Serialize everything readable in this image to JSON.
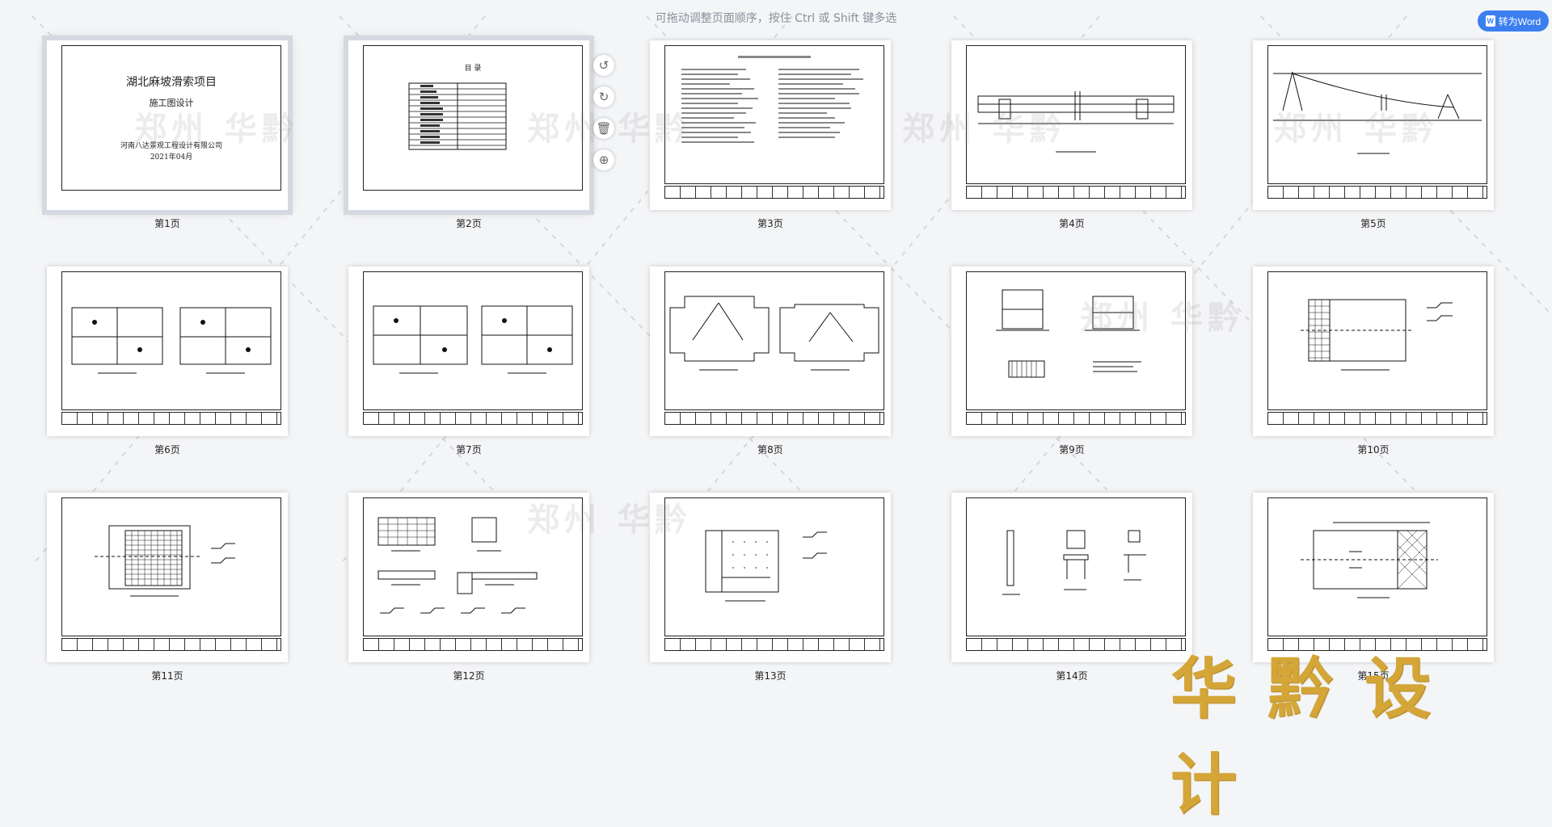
{
  "hint": "可拖动调整页面顺序，按住 Ctrl 或 Shift 键多选",
  "to_word_label": "转为Word",
  "cover": {
    "title": "湖北麻坡滑索项目",
    "subtitle": "施工图设计",
    "company": "河南八达景观工程设计有限公司",
    "date": "2021年04月"
  },
  "toc": {
    "heading": "目 录"
  },
  "page_tools": [
    "rotate-left-icon",
    "rotate-right-icon",
    "delete-icon",
    "insert-icon"
  ],
  "pages": [
    {
      "label": "第1页",
      "selected": true
    },
    {
      "label": "第2页",
      "selected": true
    },
    {
      "label": "第3页",
      "selected": false
    },
    {
      "label": "第4页",
      "selected": false
    },
    {
      "label": "第5页",
      "selected": false
    },
    {
      "label": "第6页",
      "selected": false
    },
    {
      "label": "第7页",
      "selected": false
    },
    {
      "label": "第8页",
      "selected": false
    },
    {
      "label": "第9页",
      "selected": false
    },
    {
      "label": "第10页",
      "selected": false
    },
    {
      "label": "第11页",
      "selected": false
    },
    {
      "label": "第12页",
      "selected": false
    },
    {
      "label": "第13页",
      "selected": false
    },
    {
      "label": "第14页",
      "selected": false
    },
    {
      "label": "第15页",
      "selected": false
    }
  ],
  "watermark_cn": "郑州 华黔",
  "watermark_gold": "华黔设计"
}
